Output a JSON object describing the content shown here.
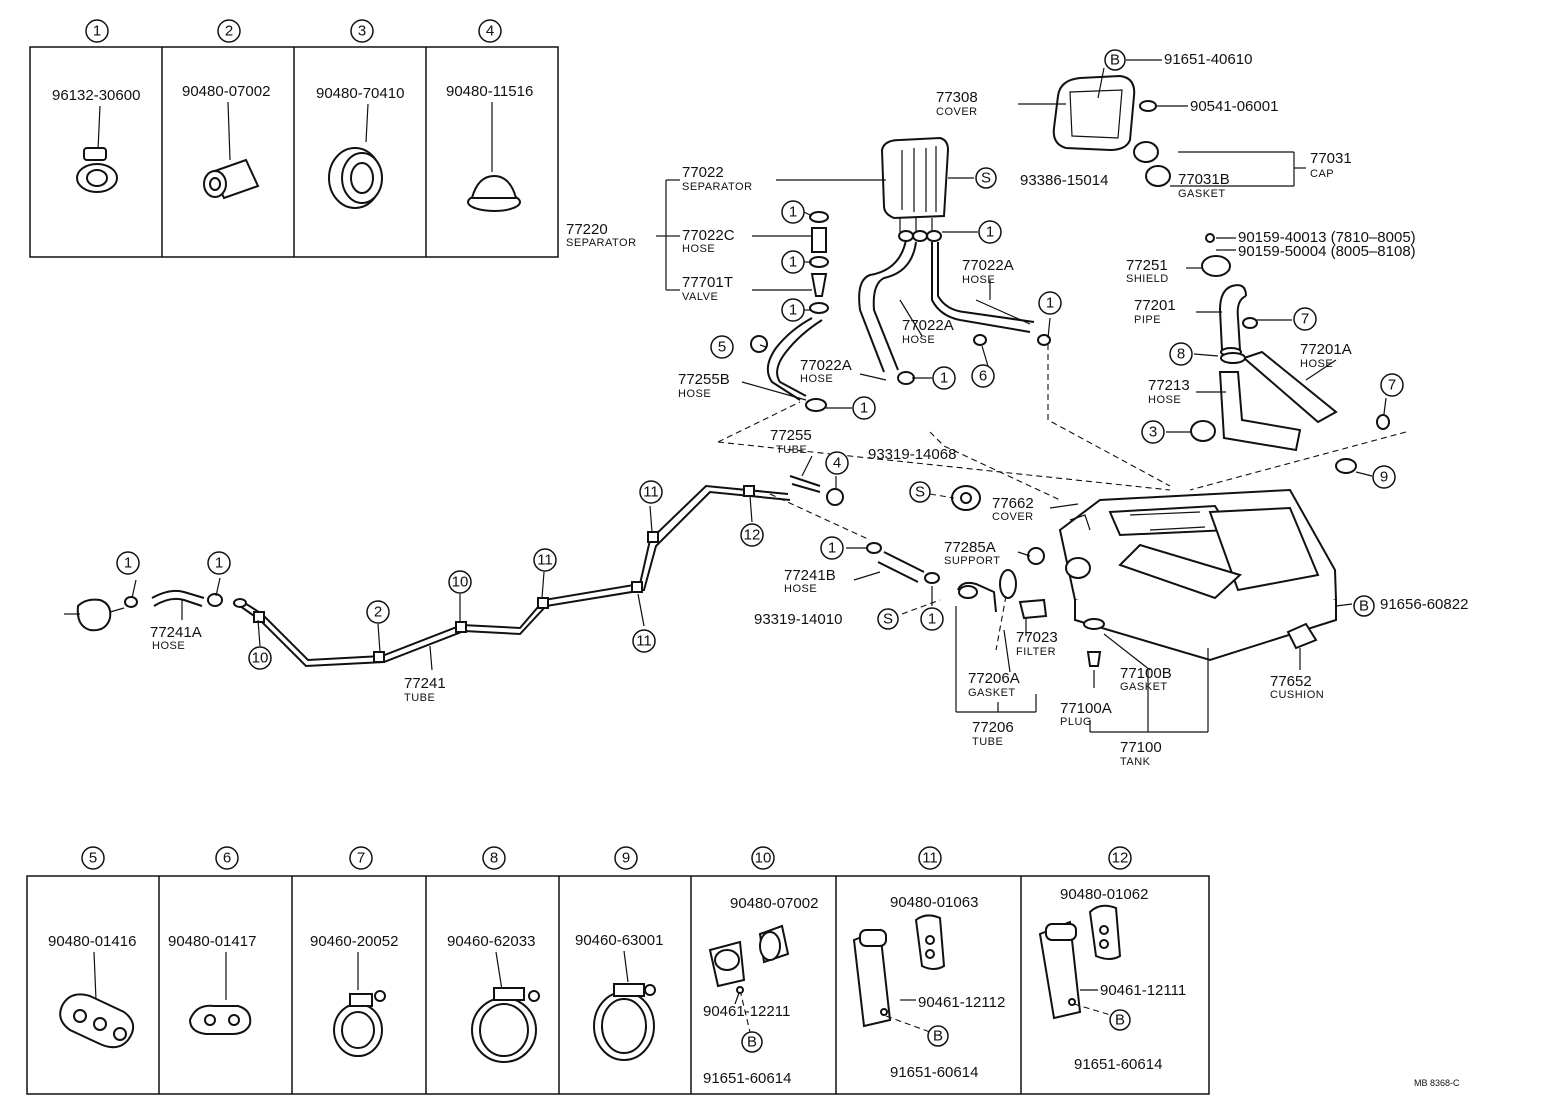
{
  "top_boxes": [
    {
      "ref": "1",
      "part": "96132-30600"
    },
    {
      "ref": "2",
      "part": "90480-07002"
    },
    {
      "ref": "3",
      "part": "90480-70410"
    },
    {
      "ref": "4",
      "part": "90480-11516"
    }
  ],
  "bottom_boxes": [
    {
      "ref": "5",
      "parts": [
        "90480-01416"
      ]
    },
    {
      "ref": "6",
      "parts": [
        "90480-01417"
      ]
    },
    {
      "ref": "7",
      "parts": [
        "90460-20052"
      ]
    },
    {
      "ref": "8",
      "parts": [
        "90460-62033"
      ]
    },
    {
      "ref": "9",
      "parts": [
        "90460-63001"
      ]
    },
    {
      "ref": "10",
      "parts": [
        "90480-07002",
        "90461-12211",
        "91651-60614"
      ]
    },
    {
      "ref": "11",
      "parts": [
        "90480-01063",
        "90461-12112",
        "91651-60614"
      ]
    },
    {
      "ref": "12",
      "parts": [
        "90480-01062",
        "90461-12111",
        "91651-60614"
      ]
    }
  ],
  "labels": {
    "l91651_40610": "91651-40610",
    "l77308": "77308",
    "cover": "COVER",
    "l90541": "90541-06001",
    "l77031": "77031",
    "cap": "CAP",
    "l77031B": "77031B",
    "gasket": "GASKET",
    "l77022": "77022",
    "separator": "SEPARATOR",
    "l93386": "93386-15014",
    "l77220": "77220",
    "separator2": "SEPARATOR",
    "l77022C": "77022C",
    "hose": "HOSE",
    "l77701T": "77701T",
    "valve": "VALVE",
    "l77022A_1": "77022A",
    "hose_a1": "HOSE",
    "l77022A_2": "77022A",
    "hose_a2": "HOSE",
    "l77022A_3": "77022A",
    "hose_a3": "HOSE",
    "l90159_1": "90159-40013 (7810–8005)",
    "l90159_2": "90159-50004 (8005–8108)",
    "l77251": "77251",
    "shield": "SHIELD",
    "l77201": "77201",
    "pipe": "PIPE",
    "l77201A": "77201A",
    "hose_201a": "HOSE",
    "l77213": "77213",
    "hose_213": "HOSE",
    "l77255B": "77255B",
    "hose_255b": "HOSE",
    "l77255": "77255",
    "tube_255": "TUBE",
    "l93319_14068": "93319-14068",
    "l77662": "77662",
    "cover2": "COVER",
    "l77285A": "77285A",
    "support": "SUPPORT",
    "l91656": "91656-60822",
    "l77241B": "77241B",
    "hose_241b": "HOSE",
    "l93319_14010": "93319-14010",
    "l77023": "77023",
    "filter": "FILTER",
    "l77206A": "77206A",
    "gasket_206a": "GASKET",
    "l77206": "77206",
    "tube_206": "TUBE",
    "l77100B": "77100B",
    "gasket_100b": "GASKET",
    "l77100A": "77100A",
    "plug": "PLUG",
    "l77100": "77100",
    "tank": "TANK",
    "l77652": "77652",
    "cushion": "CUSHION",
    "l77241A": "77241A",
    "hose_241a": "HOSE",
    "l77241": "77241",
    "tube_241": "TUBE",
    "code": "MB  8368-C"
  },
  "markers": {
    "B": "B",
    "S": "S"
  },
  "refs": {
    "r1": "1",
    "r2": "2",
    "r3": "3",
    "r4": "4",
    "r5": "5",
    "r6": "6",
    "r7": "7",
    "r8": "8",
    "r9": "9",
    "r10": "10",
    "r11": "11",
    "r12": "12"
  }
}
